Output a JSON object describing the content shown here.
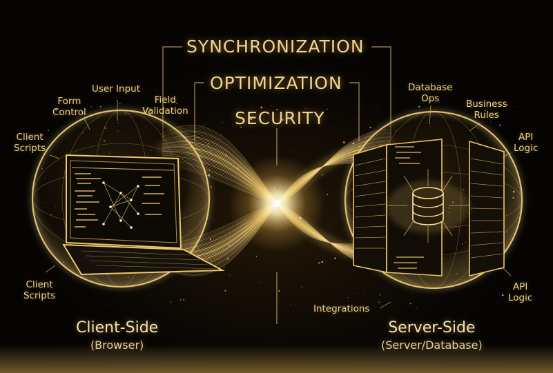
{
  "headers": {
    "synchronization": "SYNCHRONIZATION",
    "optimization": "OPTIMIZATION",
    "security": "SECURITY"
  },
  "client": {
    "title": "Client-Side",
    "subtitle": "(Browser)",
    "labels": {
      "user_input": "User Input",
      "form_control_1": "Form",
      "form_control_2": "Control",
      "field_validation_1": "Field",
      "field_validation_2": "Validation",
      "client_scripts_top_1": "Client",
      "client_scripts_top_2": "Scripts",
      "client_scripts_bottom_1": "Client",
      "client_scripts_bottom_2": "Scripts"
    }
  },
  "server": {
    "title": "Server-Side",
    "subtitle": "(Server/Database)",
    "labels": {
      "database_ops_1": "Database",
      "database_ops_2": "Ops",
      "business_rules_1": "Business",
      "business_rules_2": "Rules",
      "api_logic_top_1": "API",
      "api_logic_top_2": "Logic",
      "api_logic_bottom_1": "API",
      "api_logic_bottom_2": "Logic",
      "integrations": "Integrations"
    }
  },
  "colors": {
    "background": "#050403",
    "gold": "#f0c86a",
    "gold_light": "#fff2c0",
    "label_text": "#e9cf8a"
  }
}
